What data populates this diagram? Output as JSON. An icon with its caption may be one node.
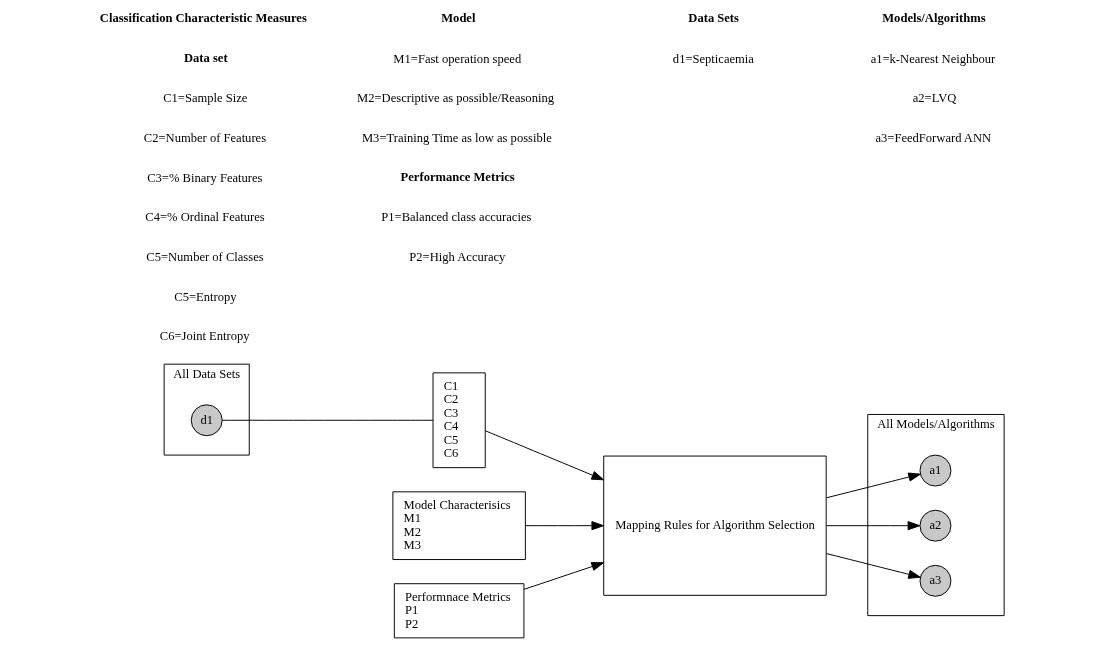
{
  "diagram": {
    "nodes": [
      {
        "text": [
          "All Data Sets"
        ]
      },
      {
        "text": [
          "d1"
        ],
        "in": 0
      },
      {
        "text": [
          "C1",
          "C2",
          "C3",
          "C4",
          "C5",
          "C6"
        ]
      },
      {
        "text": [
          "Mapping Rules for Algorithm Selection"
        ]
      },
      {
        "text": [
          "All Models/Algorithms"
        ]
      },
      {
        "text": [
          "a1"
        ],
        "in": 4
      },
      {
        "text": [
          "a2"
        ],
        "in": 4
      },
      {
        "text": [
          "a3"
        ],
        "in": 4
      },
      {
        "text": [
          "Model Characterisics",
          "M1",
          "M2",
          "M3"
        ]
      },
      {
        "text": [
          "Performnace Metrics",
          "P1",
          "P2"
        ]
      }
    ],
    "edges": [
      {
        "from": 1,
        "to": 2,
        "arrow": "none"
      },
      {
        "from": 2,
        "to": 3,
        "arrow": "to"
      },
      {
        "from": 8,
        "to": 3,
        "arrow": "to"
      },
      {
        "from": 9,
        "to": 3,
        "arrow": "to"
      },
      {
        "from": 3,
        "to": 5,
        "arrow": "to"
      },
      {
        "from": 3,
        "to": 6,
        "arrow": "to"
      },
      {
        "from": 3,
        "to": 7,
        "arrow": "to"
      }
    ],
    "labels": [
      "Classification Characteristic Measures",
      "Data Sets",
      "Models/Algorithms",
      "Data set",
      "C1=Sample Size",
      "C2=Number of Features",
      "C3=% Binary Features",
      "C4=% Ordinal Features",
      "C5=Number of Classes",
      "C5=Entropy",
      "C6=Joint Entropy",
      "Model",
      "M1=Fast operation speed",
      "M2=Descriptive as possible/Reasoning",
      "M3=Training Time as low as possible",
      "Performance Metrics",
      "P1=Balanced class accuracies",
      "P2=High Accuracy",
      "d1=Septicaemia",
      "a1=k-Nearest Neighbour",
      "a2=LVQ",
      "a3=FeedForward ANN"
    ]
  }
}
